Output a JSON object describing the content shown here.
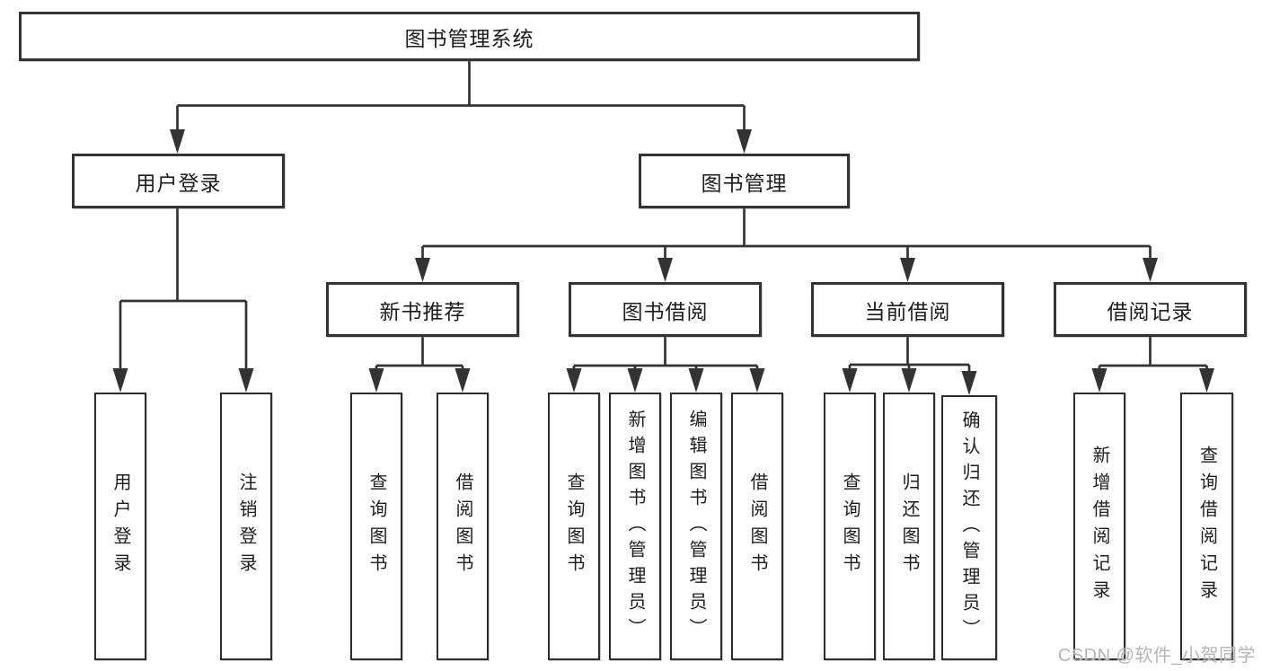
{
  "tree": {
    "root": {
      "label": "图书管理系统"
    },
    "children": [
      {
        "label": "用户登录",
        "children": [
          {
            "label": "用户登录"
          },
          {
            "label": "注销登录"
          }
        ]
      },
      {
        "label": "图书管理",
        "children": [
          {
            "label": "新书推荐",
            "children": [
              {
                "label": "查询图书"
              },
              {
                "label": "借阅图书"
              }
            ]
          },
          {
            "label": "图书借阅",
            "children": [
              {
                "label": "查询图书"
              },
              {
                "label": "新增图书（管理员）"
              },
              {
                "label": "编辑图书（管理员）"
              },
              {
                "label": "借阅图书"
              }
            ]
          },
          {
            "label": "当前借阅",
            "children": [
              {
                "label": "查询图书"
              },
              {
                "label": "归还图书"
              },
              {
                "label": "确认归还（管理员）"
              }
            ]
          },
          {
            "label": "借阅记录",
            "children": [
              {
                "label": "新增借阅记录"
              },
              {
                "label": "查询借阅记录"
              }
            ]
          }
        ]
      }
    ]
  },
  "watermark": {
    "text": "CSDN @软件_小贺同学",
    "color": "#b5b5b5"
  },
  "colors": {
    "line": "#333333",
    "box_border": "#333333",
    "text": "#1d1d1d",
    "background": "#ffffff"
  }
}
